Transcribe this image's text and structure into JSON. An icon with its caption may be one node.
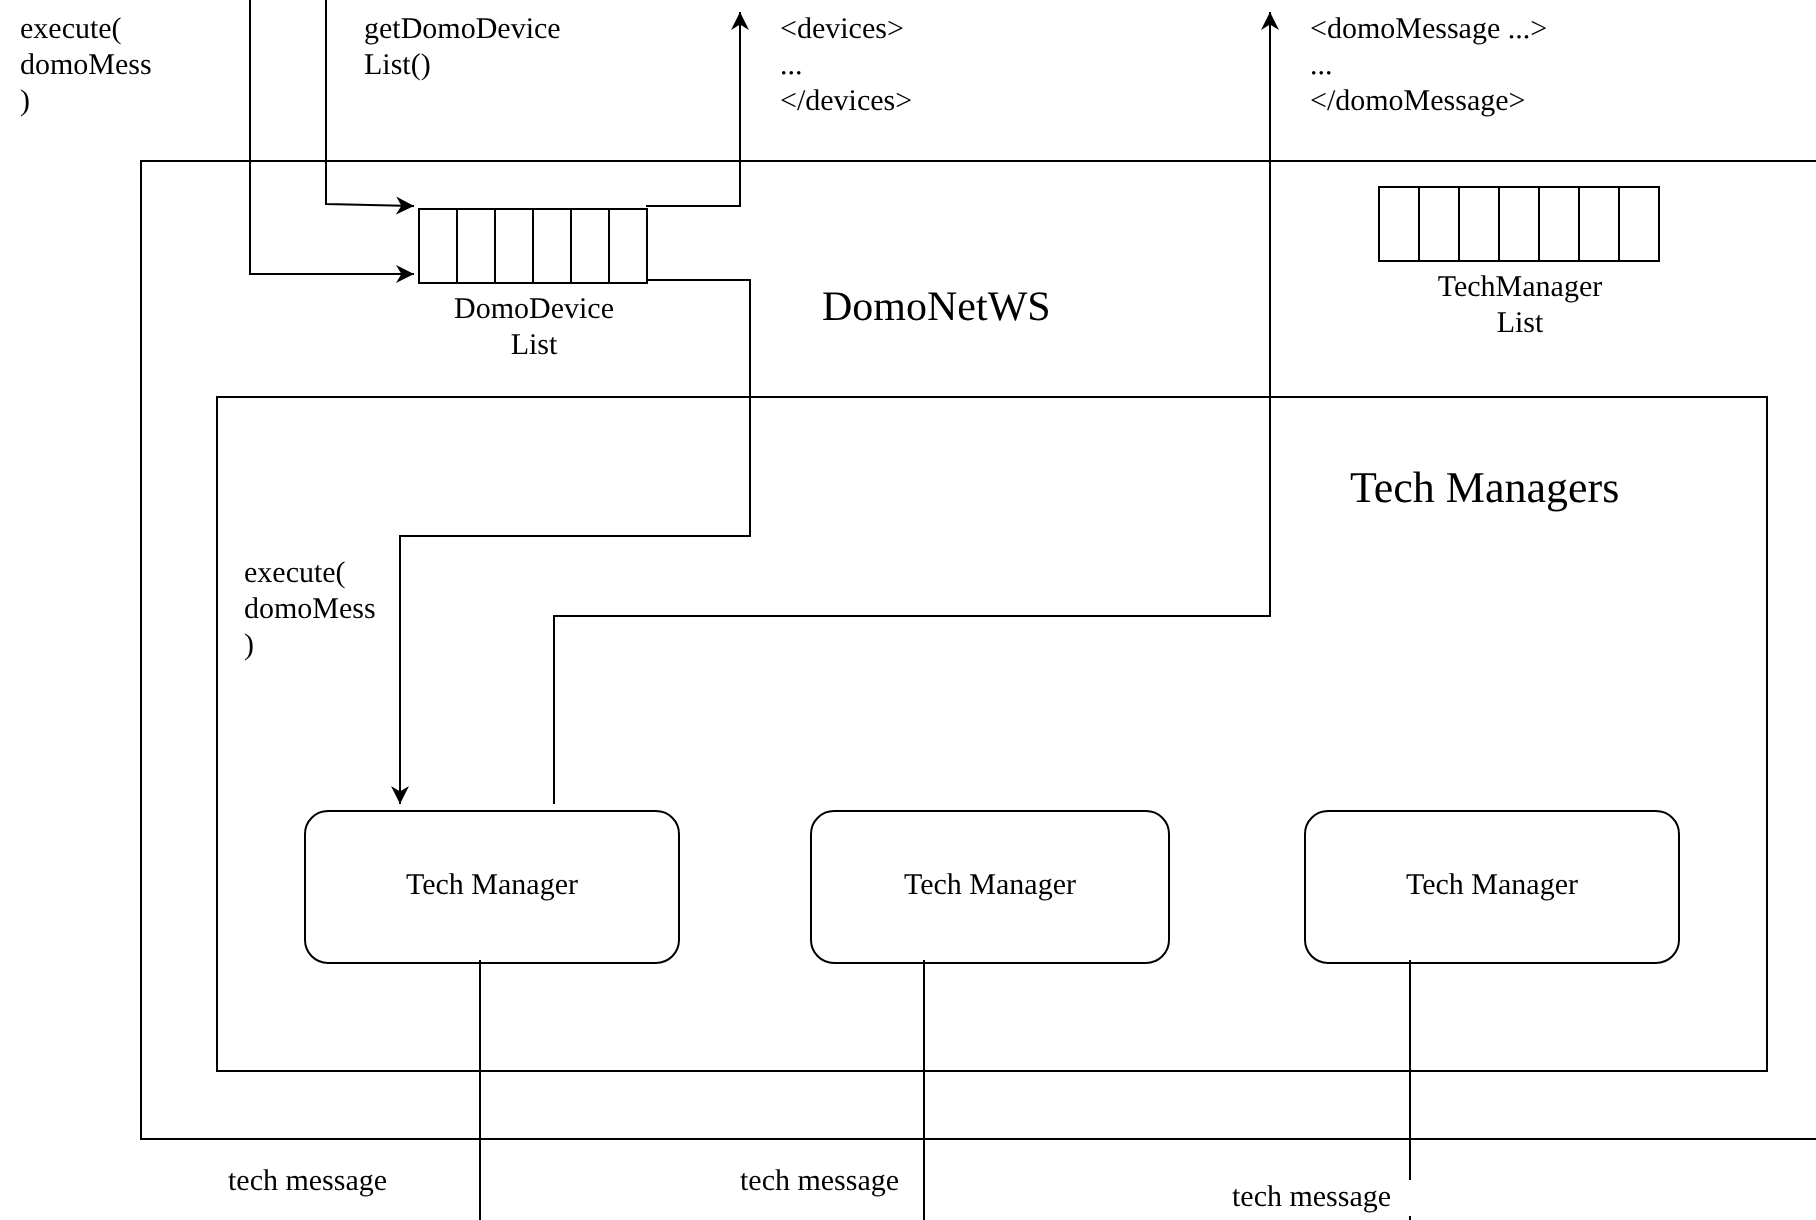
{
  "diagram": {
    "nodes": [
      {
        "text": [
          "DomoNetWS"
        ]
      },
      {
        "text": [
          "DomoDevice List"
        ],
        "in": 0
      },
      {
        "text": [
          "TechManager List"
        ],
        "in": 0
      },
      {
        "text": [
          "Tech Managers"
        ],
        "in": 0
      },
      {
        "text": [
          "Tech Manager"
        ],
        "in": 3
      },
      {
        "text": [
          "Tech Manager"
        ],
        "in": 3
      },
      {
        "text": [
          "Tech Manager"
        ],
        "in": 3
      }
    ],
    "edges": [
      {
        "from": null,
        "to": 1,
        "arrow": "to",
        "label": "execute( domoMess )"
      },
      {
        "from": null,
        "to": 1,
        "arrow": "to",
        "label": "getDomoDevice List()"
      },
      {
        "from": 1,
        "to": null,
        "arrow": "to",
        "label": "<devices> ... </devices>"
      },
      {
        "from": 1,
        "to": 4,
        "arrow": "to",
        "label": "execute( domoMess )"
      },
      {
        "from": 4,
        "to": null,
        "arrow": "to",
        "label": "<domoMessage ...> ... </domoMessage>"
      },
      {
        "from": 4,
        "to": null,
        "arrow": "none",
        "label": "tech message"
      },
      {
        "from": 5,
        "to": null,
        "arrow": "none",
        "label": "tech message"
      },
      {
        "from": 6,
        "to": null,
        "arrow": "none",
        "label": "tech message"
      }
    ]
  }
}
